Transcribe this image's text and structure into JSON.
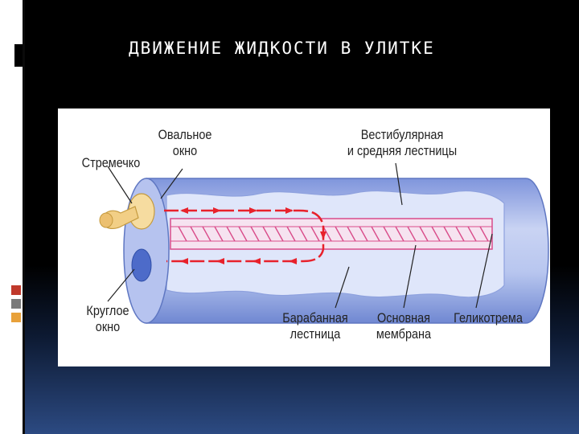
{
  "slide": {
    "title": "ДВИЖЕНИЕ ЖИДКОСТИ В УЛИТКЕ"
  },
  "diagram": {
    "labels": {
      "oval_window": "Овальное\nокно",
      "stapes": "Стремечко",
      "vestibular": "Вестибулярная\nи средняя лестницы",
      "round_window": "Круглое\nокно",
      "tympanic": "Барабанная\nлестница",
      "basilar": "Основная\nмембрана",
      "helicotrema": "Геликотрема"
    }
  },
  "colors": {
    "arrow_red": "#e8212b",
    "tube_blue": "#9fb0e8",
    "membrane_pink": "#e86a9a",
    "panel_bg": "#ffffff"
  }
}
